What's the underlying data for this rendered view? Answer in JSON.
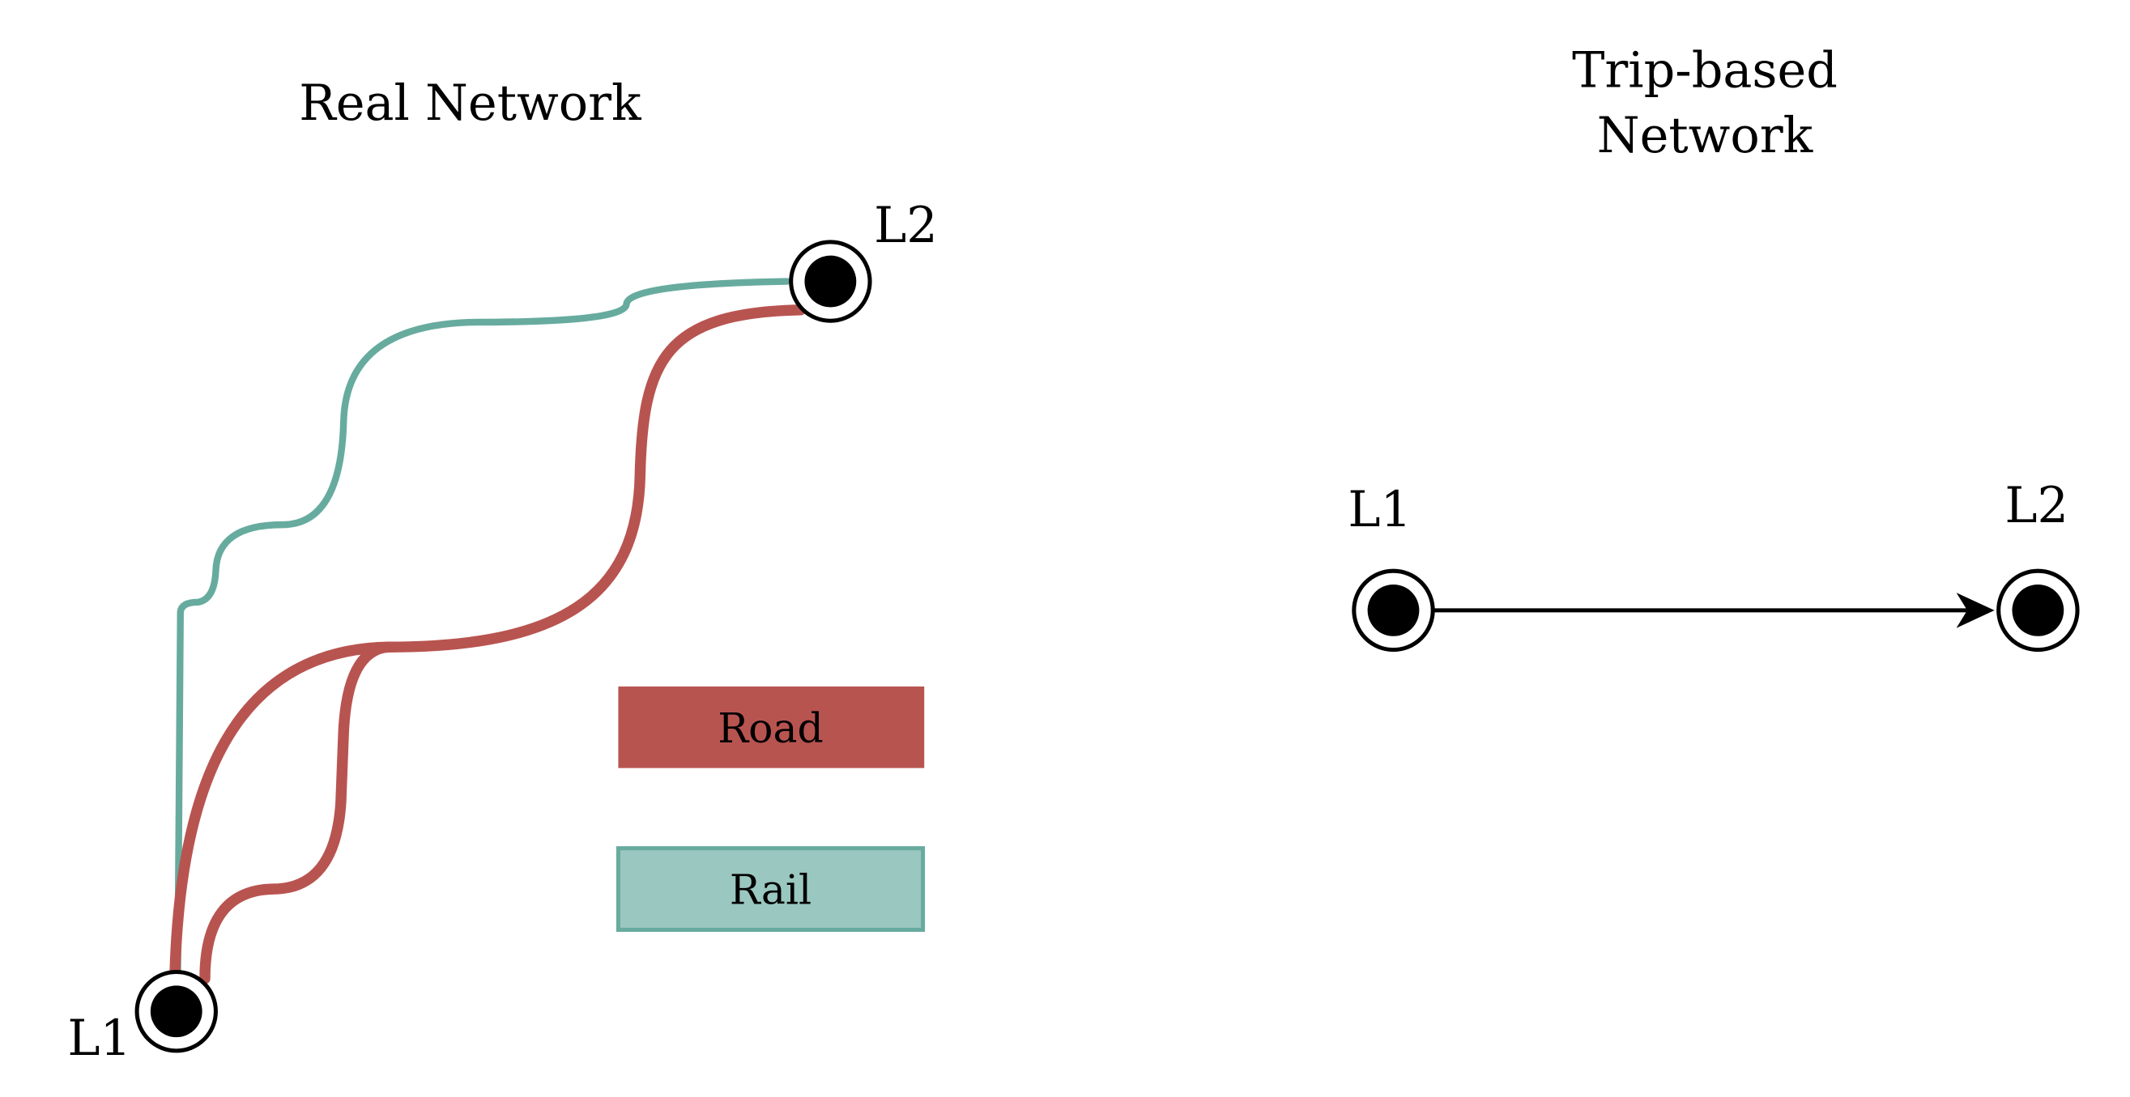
{
  "real_network": {
    "title": "Real Network",
    "node_l1": "L1",
    "node_l2": "L2",
    "legend": {
      "road_label": "Road",
      "rail_label": "Rail"
    }
  },
  "trip_network": {
    "title_line1": "Trip-based",
    "title_line2": "Network",
    "node_l1": "L1",
    "node_l2": "L2"
  },
  "colors": {
    "road": "#b85450",
    "road_legend_fill": "#b85450",
    "rail": "#67ab9f",
    "rail_legend_fill": "#9ac7bf",
    "node": "#000000",
    "arrow": "#000000"
  }
}
